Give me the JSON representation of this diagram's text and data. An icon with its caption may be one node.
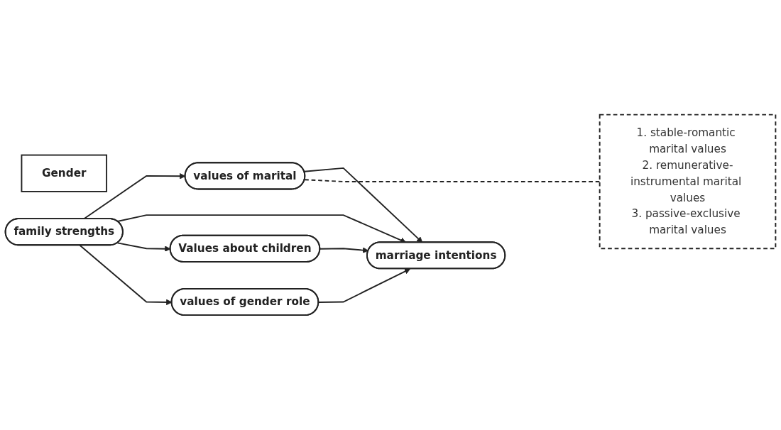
{
  "diagram": {
    "nodes": [
      {
        "text": [
          "Gender"
        ]
      },
      {
        "text": [
          "family strengths"
        ]
      },
      {
        "text": [
          "values of marital"
        ]
      },
      {
        "text": [
          "Values about children"
        ]
      },
      {
        "text": [
          "values of gender role"
        ]
      },
      {
        "text": [
          "marriage intentions"
        ]
      },
      {
        "text": [
          "1. stable-romantic marital values",
          "2. remunerative-instrumental marital values",
          "3. passive-exclusive marital values"
        ]
      }
    ],
    "edges": [
      {
        "from": 1,
        "to": 2,
        "arrow": "to"
      },
      {
        "from": 1,
        "to": 5,
        "arrow": "to"
      },
      {
        "from": 1,
        "to": 3,
        "arrow": "to"
      },
      {
        "from": 1,
        "to": 4,
        "arrow": "to"
      },
      {
        "from": 2,
        "to": 5,
        "arrow": "to"
      },
      {
        "from": 3,
        "to": 5,
        "arrow": "to"
      },
      {
        "from": 4,
        "to": 5,
        "arrow": "to"
      },
      {
        "from": 2,
        "to": 6,
        "arrow": "none",
        "style": "dashed"
      }
    ]
  }
}
